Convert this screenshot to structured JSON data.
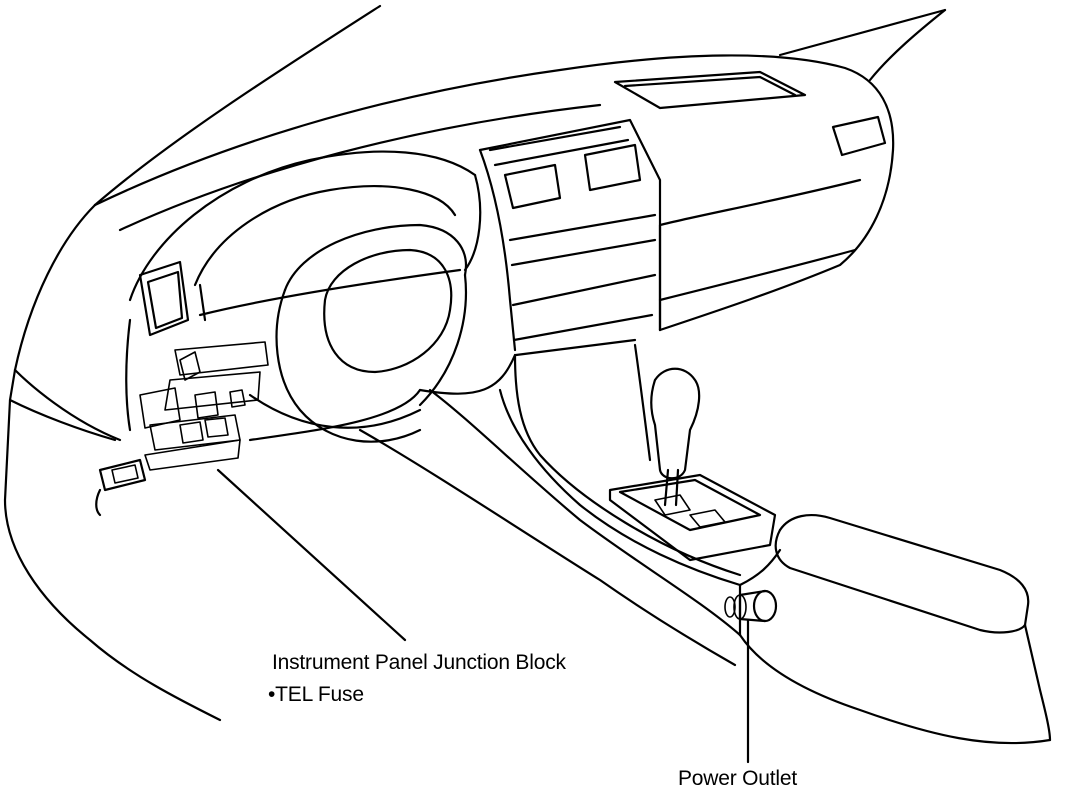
{
  "diagram": {
    "callouts": [
      {
        "id": "junction-block",
        "lines": [
          "Instrument Panel Junction Block",
          "•TEL Fuse"
        ]
      },
      {
        "id": "power-outlet",
        "lines": [
          "Power Outlet"
        ]
      }
    ]
  }
}
